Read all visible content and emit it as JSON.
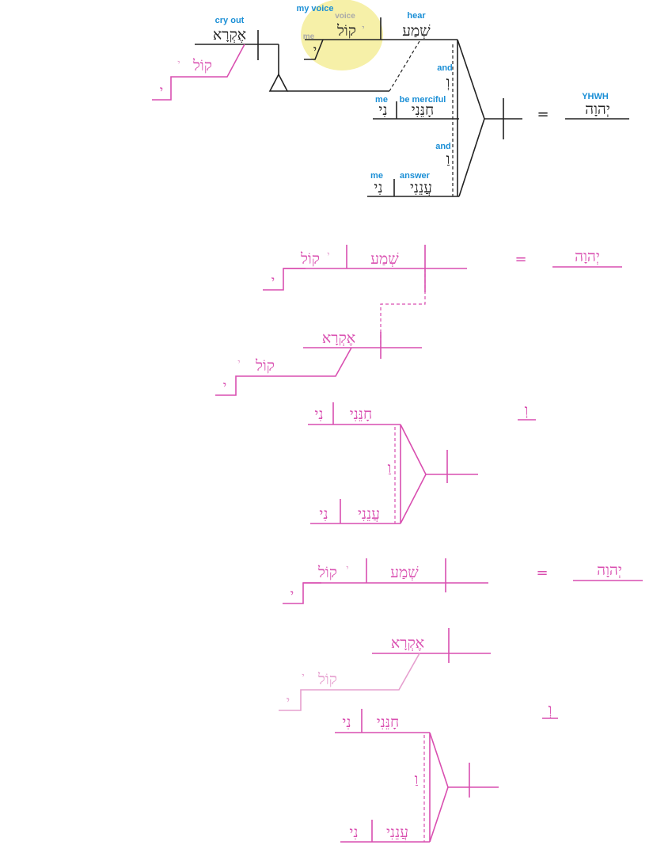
{
  "colors": {
    "ink": "#222222",
    "pink": "#d94fb0",
    "pale_pink": "#e6a0cf",
    "gloss_blue": "#1b8fd6",
    "faded_gray": "#a8a8a8",
    "highlight": "#f6f0a8"
  },
  "diagram1": {
    "gloss_cry_out": "cry out",
    "word_ekra": "אֶקְרָא",
    "gloss_my_voice": "my voice",
    "gloss_voice": "voice",
    "gloss_me_voice": "me",
    "word_qol": "קוֹל",
    "suffix_yod": "י",
    "gloss_hear": "hear",
    "word_shema": "שְׁמַע",
    "gloss_and_1": "and",
    "word_vav_1": "וְ",
    "gloss_me_1": "me",
    "gloss_be_merciful": "be merciful",
    "word_ni_1": "נִי",
    "word_chonneni": "חָנֵּנִי",
    "gloss_and_2": "and",
    "word_vav_2": "וַ",
    "gloss_me_2": "me",
    "gloss_answer": "answer",
    "word_ni_2": "נִי",
    "word_aneni": "עֲנֵנִי",
    "equals": "=",
    "gloss_yhwh": "YHWH",
    "word_yhwh": "יְהוָה"
  },
  "diagram2": {
    "word_qol": "קוֹל",
    "suffix_yod": "י",
    "word_shema": "שְׁמַע",
    "equals": "=",
    "word_yhwh": "יְהוָה",
    "word_ekra": "אֶקְרָא",
    "word_qol_2": "קוֹל",
    "suffix_yod_2": "י"
  },
  "diagram3": {
    "word_ni_1": "נִי",
    "word_chonneni": "חָנֵּנִי",
    "word_vav": "וְ",
    "word_vav_inner": "וַ",
    "word_ni_2": "נִי",
    "word_aneni": "עֲנֵנִי"
  },
  "diagram4": {
    "word_qol": "קוֹל",
    "suffix_yod": "י",
    "word_shema": "שְׁמַע",
    "equals": "=",
    "word_yhwh": "יְהוָה",
    "word_ekra": "אֶקְרָא",
    "word_qol_2": "קוֹל",
    "suffix_yod_2": "י",
    "word_vav": "וְ",
    "word_ni_1": "נִי",
    "word_chonneni": "חָנֵּנִי",
    "word_vav_inner": "וַ",
    "word_ni_2": "נִי",
    "word_aneni": "עֲנֵנִי"
  }
}
